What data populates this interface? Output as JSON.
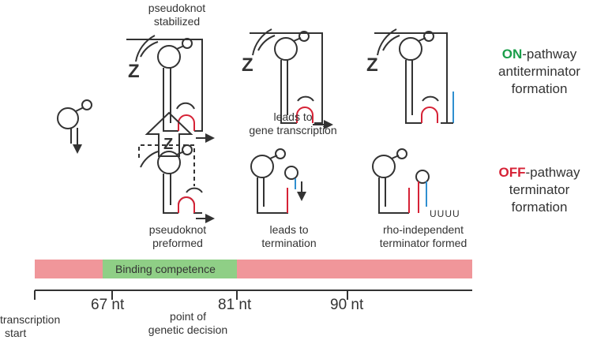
{
  "top_labels": {
    "pseudoknot_stabilized": [
      "pseudoknot",
      "stabilized"
    ],
    "leads_to_gene_transcription": [
      "leads to",
      "gene transcription"
    ]
  },
  "bottom_labels": {
    "pseudoknot_preformed": [
      "pseudoknot",
      "preformed"
    ],
    "leads_to_termination": [
      "leads to",
      "termination"
    ],
    "rho_independent": [
      "rho-independent",
      "terminator formed"
    ]
  },
  "on_pathway": {
    "keyword": "ON",
    "suffix": "-pathway",
    "line2": "antiterminator",
    "line3": "formation"
  },
  "off_pathway": {
    "keyword": "OFF",
    "suffix": "-pathway",
    "line2": "terminator",
    "line3": "formation"
  },
  "ligand_letter": "Z",
  "uuuu_text": "UUUU",
  "timeline": {
    "binding_label": "Binding competence",
    "ticks": [
      "67 nt",
      "81 nt",
      "90 nt"
    ],
    "transcription_start": [
      "transcription",
      "start"
    ],
    "genetic_decision": [
      "point of",
      "genetic decision"
    ]
  },
  "colors": {
    "on": "#1a9e4a",
    "off": "#d62236",
    "red_strand": "#d62236",
    "blue_strand": "#2f8fd0",
    "bar_pink": "#f0969a",
    "bar_green": "#8fcf86",
    "line": "#333333"
  }
}
